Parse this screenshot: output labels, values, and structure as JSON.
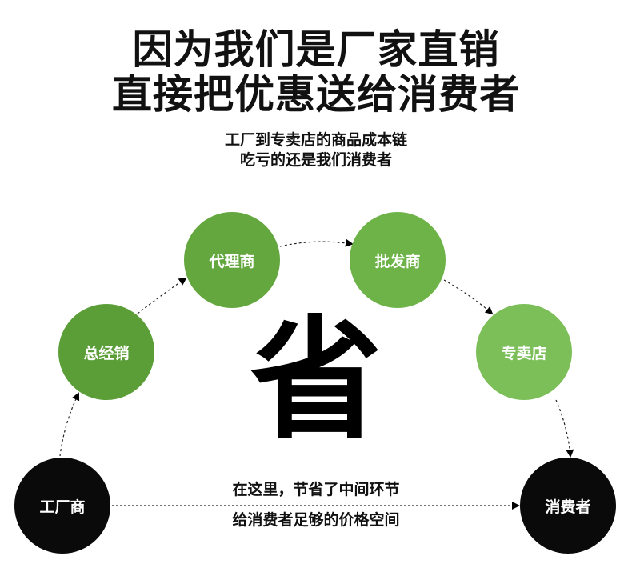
{
  "headline": {
    "line1": "因为我们是厂家直销",
    "line2": "直接把优惠送给消费者"
  },
  "subheadline": {
    "line1": "工厂到专卖店的商品成本链",
    "line2": "吃亏的还是我们消费者"
  },
  "center_character": "省",
  "nodes": [
    {
      "label": "工厂商",
      "color": "#0a0a0a"
    },
    {
      "label": "总经销",
      "color": "#5b9e38"
    },
    {
      "label": "代理商",
      "color": "#63a73e"
    },
    {
      "label": "批发商",
      "color": "#6db347"
    },
    {
      "label": "专卖店",
      "color": "#7cbf59"
    },
    {
      "label": "消费者",
      "color": "#0a0a0a"
    }
  ],
  "direct_note": {
    "line1": "在这里，节省了中间环节",
    "line2": "给消费者足够的价格空间"
  }
}
